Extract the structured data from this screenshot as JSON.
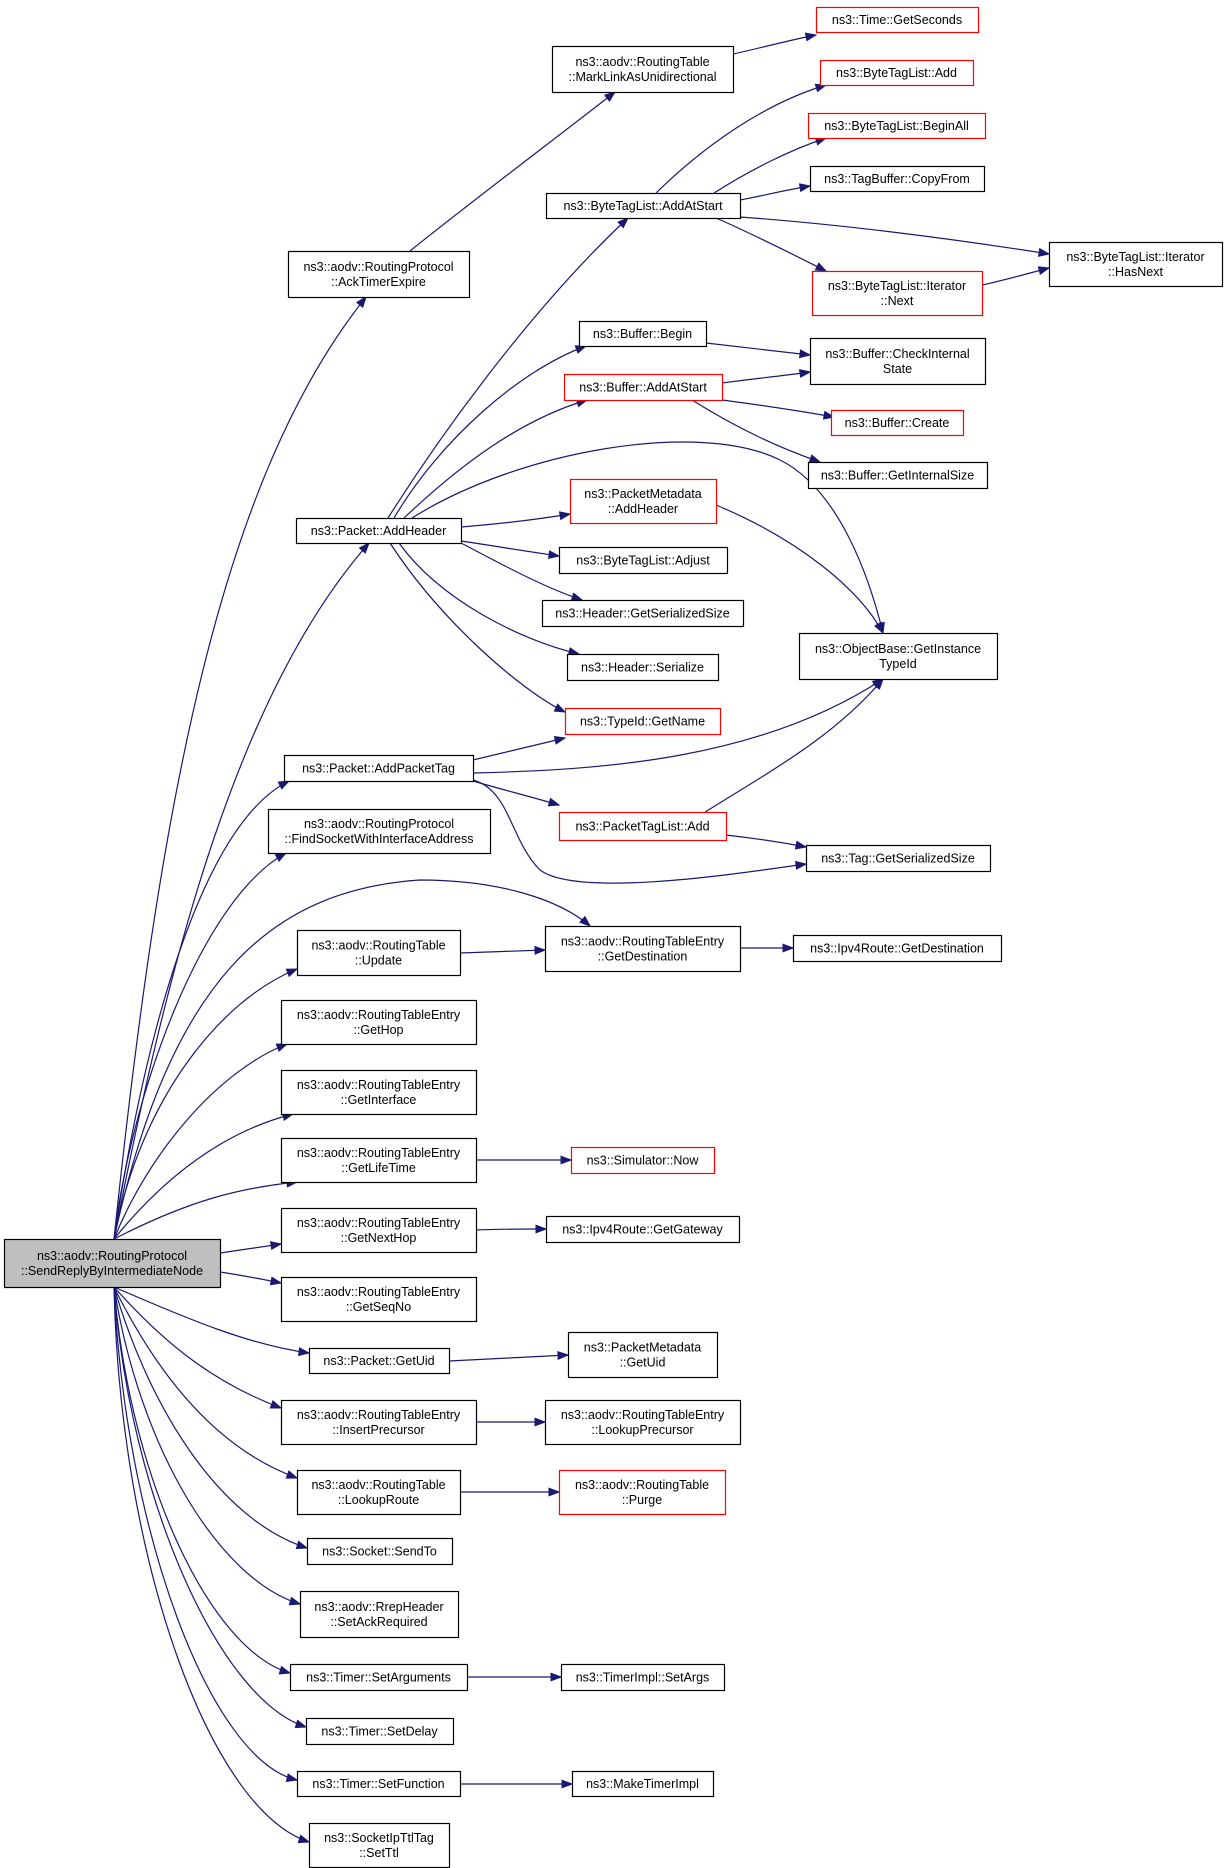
{
  "diagram": {
    "nodes": [
      {
        "id": "root",
        "lines": [
          "ns3::aodv::RoutingProtocol",
          "::SendReplyByIntermediateNode"
        ],
        "style": "root"
      },
      {
        "id": "ackTimerExpire",
        "lines": [
          "ns3::aodv::RoutingProtocol",
          "::AckTimerExpire"
        ],
        "style": "normal"
      },
      {
        "id": "markLink",
        "lines": [
          "ns3::aodv::RoutingTable",
          "::MarkLinkAsUnidirectional"
        ],
        "style": "normal"
      },
      {
        "id": "timeGetSeconds",
        "lines": [
          "ns3::Time::GetSeconds"
        ],
        "style": "red"
      },
      {
        "id": "btlAdd",
        "lines": [
          "ns3::ByteTagList::Add"
        ],
        "style": "red"
      },
      {
        "id": "btlBeginAll",
        "lines": [
          "ns3::ByteTagList::BeginAll"
        ],
        "style": "red"
      },
      {
        "id": "tagBufferCopyFrom",
        "lines": [
          "ns3::TagBuffer::CopyFrom"
        ],
        "style": "normal"
      },
      {
        "id": "btlAddAtStart",
        "lines": [
          "ns3::ByteTagList::AddAtStart"
        ],
        "style": "normal"
      },
      {
        "id": "btlIterHasNext",
        "lines": [
          "ns3::ByteTagList::Iterator",
          "::HasNext"
        ],
        "style": "normal"
      },
      {
        "id": "btlIterNext",
        "lines": [
          "ns3::ByteTagList::Iterator",
          "::Next"
        ],
        "style": "red"
      },
      {
        "id": "bufferBegin",
        "lines": [
          "ns3::Buffer::Begin"
        ],
        "style": "normal"
      },
      {
        "id": "bufferCheckInternal",
        "lines": [
          "ns3::Buffer::CheckInternal",
          "State"
        ],
        "style": "normal"
      },
      {
        "id": "bufferAddAtStart",
        "lines": [
          "ns3::Buffer::AddAtStart"
        ],
        "style": "red"
      },
      {
        "id": "bufferCreate",
        "lines": [
          "ns3::Buffer::Create"
        ],
        "style": "red"
      },
      {
        "id": "bufferGetInternalSize",
        "lines": [
          "ns3::Buffer::GetInternalSize"
        ],
        "style": "normal"
      },
      {
        "id": "packetAddHeader",
        "lines": [
          "ns3::Packet::AddHeader"
        ],
        "style": "normal"
      },
      {
        "id": "pmAddHeader",
        "lines": [
          "ns3::PacketMetadata",
          "::AddHeader"
        ],
        "style": "red"
      },
      {
        "id": "btlAdjust",
        "lines": [
          "ns3::ByteTagList::Adjust"
        ],
        "style": "normal"
      },
      {
        "id": "headerGetSerializedSize",
        "lines": [
          "ns3::Header::GetSerializedSize"
        ],
        "style": "normal"
      },
      {
        "id": "objectBaseGetInstanceTypeId",
        "lines": [
          "ns3::ObjectBase::GetInstance",
          "TypeId"
        ],
        "style": "normal"
      },
      {
        "id": "headerSerialize",
        "lines": [
          "ns3::Header::Serialize"
        ],
        "style": "normal"
      },
      {
        "id": "typeIdGetName",
        "lines": [
          "ns3::TypeId::GetName"
        ],
        "style": "red"
      },
      {
        "id": "packetAddPacketTag",
        "lines": [
          "ns3::Packet::AddPacketTag"
        ],
        "style": "normal"
      },
      {
        "id": "ptlAdd",
        "lines": [
          "ns3::PacketTagList::Add"
        ],
        "style": "red"
      },
      {
        "id": "findSocket",
        "lines": [
          "ns3::aodv::RoutingProtocol",
          "::FindSocketWithInterfaceAddress"
        ],
        "style": "normal"
      },
      {
        "id": "tagGetSerializedSize",
        "lines": [
          "ns3::Tag::GetSerializedSize"
        ],
        "style": "normal"
      },
      {
        "id": "rtUpdate",
        "lines": [
          "ns3::aodv::RoutingTable",
          "::Update"
        ],
        "style": "normal"
      },
      {
        "id": "rteGetDestination",
        "lines": [
          "ns3::aodv::RoutingTableEntry",
          "::GetDestination"
        ],
        "style": "normal"
      },
      {
        "id": "ipv4RouteGetDestination",
        "lines": [
          "ns3::Ipv4Route::GetDestination"
        ],
        "style": "normal"
      },
      {
        "id": "rteGetHop",
        "lines": [
          "ns3::aodv::RoutingTableEntry",
          "::GetHop"
        ],
        "style": "normal"
      },
      {
        "id": "rteGetInterface",
        "lines": [
          "ns3::aodv::RoutingTableEntry",
          "::GetInterface"
        ],
        "style": "normal"
      },
      {
        "id": "rteGetLifeTime",
        "lines": [
          "ns3::aodv::RoutingTableEntry",
          "::GetLifeTime"
        ],
        "style": "normal"
      },
      {
        "id": "simulatorNow",
        "lines": [
          "ns3::Simulator::Now"
        ],
        "style": "red"
      },
      {
        "id": "rteGetNextHop",
        "lines": [
          "ns3::aodv::RoutingTableEntry",
          "::GetNextHop"
        ],
        "style": "normal"
      },
      {
        "id": "ipv4RouteGetGateway",
        "lines": [
          "ns3::Ipv4Route::GetGateway"
        ],
        "style": "normal"
      },
      {
        "id": "rteGetSeqNo",
        "lines": [
          "ns3::aodv::RoutingTableEntry",
          "::GetSeqNo"
        ],
        "style": "normal"
      },
      {
        "id": "packetGetUid",
        "lines": [
          "ns3::Packet::GetUid"
        ],
        "style": "normal"
      },
      {
        "id": "pmGetUid",
        "lines": [
          "ns3::PacketMetadata",
          "::GetUid"
        ],
        "style": "normal"
      },
      {
        "id": "rteInsertPrecursor",
        "lines": [
          "ns3::aodv::RoutingTableEntry",
          "::InsertPrecursor"
        ],
        "style": "normal"
      },
      {
        "id": "rteLookupPrecursor",
        "lines": [
          "ns3::aodv::RoutingTableEntry",
          "::LookupPrecursor"
        ],
        "style": "normal"
      },
      {
        "id": "rtLookupRoute",
        "lines": [
          "ns3::aodv::RoutingTable",
          "::LookupRoute"
        ],
        "style": "normal"
      },
      {
        "id": "rtPurge",
        "lines": [
          "ns3::aodv::RoutingTable",
          "::Purge"
        ],
        "style": "red"
      },
      {
        "id": "socketSendTo",
        "lines": [
          "ns3::Socket::SendTo"
        ],
        "style": "normal"
      },
      {
        "id": "rrepSetAckRequired",
        "lines": [
          "ns3::aodv::RrepHeader",
          "::SetAckRequired"
        ],
        "style": "normal"
      },
      {
        "id": "timerSetArguments",
        "lines": [
          "ns3::Timer::SetArguments"
        ],
        "style": "normal"
      },
      {
        "id": "timerImplSetArgs",
        "lines": [
          "ns3::TimerImpl::SetArgs"
        ],
        "style": "normal"
      },
      {
        "id": "timerSetDelay",
        "lines": [
          "ns3::Timer::SetDelay"
        ],
        "style": "normal"
      },
      {
        "id": "timerSetFunction",
        "lines": [
          "ns3::Timer::SetFunction"
        ],
        "style": "normal"
      },
      {
        "id": "makeTimerImpl",
        "lines": [
          "ns3::MakeTimerImpl"
        ],
        "style": "normal"
      },
      {
        "id": "socketIpTtlTagSetTtl",
        "lines": [
          "ns3::SocketIpTtlTag",
          "::SetTtl"
        ],
        "style": "normal"
      }
    ],
    "edges": [
      {
        "from": "root",
        "to": "ackTimerExpire"
      },
      {
        "from": "ackTimerExpire",
        "to": "markLink"
      },
      {
        "from": "markLink",
        "to": "timeGetSeconds"
      },
      {
        "from": "root",
        "to": "packetAddHeader"
      },
      {
        "from": "packetAddHeader",
        "to": "btlAddAtStart"
      },
      {
        "from": "btlAddAtStart",
        "to": "btlAdd"
      },
      {
        "from": "btlAddAtStart",
        "to": "btlBeginAll"
      },
      {
        "from": "btlAddAtStart",
        "to": "tagBufferCopyFrom"
      },
      {
        "from": "btlAddAtStart",
        "to": "btlIterHasNext"
      },
      {
        "from": "btlAddAtStart",
        "to": "btlIterNext"
      },
      {
        "from": "btlIterNext",
        "to": "btlIterHasNext"
      },
      {
        "from": "packetAddHeader",
        "to": "bufferBegin"
      },
      {
        "from": "bufferBegin",
        "to": "bufferCheckInternal"
      },
      {
        "from": "packetAddHeader",
        "to": "bufferAddAtStart"
      },
      {
        "from": "bufferAddAtStart",
        "to": "bufferCheckInternal"
      },
      {
        "from": "bufferAddAtStart",
        "to": "bufferCreate"
      },
      {
        "from": "bufferAddAtStart",
        "to": "bufferGetInternalSize"
      },
      {
        "from": "packetAddHeader",
        "to": "objectBaseGetInstanceTypeId"
      },
      {
        "from": "packetAddHeader",
        "to": "pmAddHeader"
      },
      {
        "from": "pmAddHeader",
        "to": "objectBaseGetInstanceTypeId"
      },
      {
        "from": "packetAddHeader",
        "to": "btlAdjust"
      },
      {
        "from": "packetAddHeader",
        "to": "headerGetSerializedSize"
      },
      {
        "from": "packetAddHeader",
        "to": "headerSerialize"
      },
      {
        "from": "packetAddHeader",
        "to": "typeIdGetName"
      },
      {
        "from": "root",
        "to": "packetAddPacketTag"
      },
      {
        "from": "packetAddPacketTag",
        "to": "typeIdGetName"
      },
      {
        "from": "packetAddPacketTag",
        "to": "objectBaseGetInstanceTypeId"
      },
      {
        "from": "packetAddPacketTag",
        "to": "ptlAdd"
      },
      {
        "from": "packetAddPacketTag",
        "to": "tagGetSerializedSize"
      },
      {
        "from": "ptlAdd",
        "to": "objectBaseGetInstanceTypeId"
      },
      {
        "from": "ptlAdd",
        "to": "tagGetSerializedSize"
      },
      {
        "from": "root",
        "to": "findSocket"
      },
      {
        "from": "root",
        "to": "rteGetDestination"
      },
      {
        "from": "root",
        "to": "rtUpdate"
      },
      {
        "from": "rtUpdate",
        "to": "rteGetDestination"
      },
      {
        "from": "rteGetDestination",
        "to": "ipv4RouteGetDestination"
      },
      {
        "from": "root",
        "to": "rteGetHop"
      },
      {
        "from": "root",
        "to": "rteGetInterface"
      },
      {
        "from": "root",
        "to": "rteGetLifeTime"
      },
      {
        "from": "rteGetLifeTime",
        "to": "simulatorNow"
      },
      {
        "from": "root",
        "to": "rteGetNextHop"
      },
      {
        "from": "rteGetNextHop",
        "to": "ipv4RouteGetGateway"
      },
      {
        "from": "root",
        "to": "rteGetSeqNo"
      },
      {
        "from": "root",
        "to": "packetGetUid"
      },
      {
        "from": "packetGetUid",
        "to": "pmGetUid"
      },
      {
        "from": "root",
        "to": "rteInsertPrecursor"
      },
      {
        "from": "rteInsertPrecursor",
        "to": "rteLookupPrecursor"
      },
      {
        "from": "root",
        "to": "rtLookupRoute"
      },
      {
        "from": "rtLookupRoute",
        "to": "rtPurge"
      },
      {
        "from": "root",
        "to": "socketSendTo"
      },
      {
        "from": "root",
        "to": "rrepSetAckRequired"
      },
      {
        "from": "root",
        "to": "timerSetArguments"
      },
      {
        "from": "timerSetArguments",
        "to": "timerImplSetArgs"
      },
      {
        "from": "root",
        "to": "timerSetDelay"
      },
      {
        "from": "root",
        "to": "timerSetFunction"
      },
      {
        "from": "timerSetFunction",
        "to": "makeTimerImpl"
      },
      {
        "from": "root",
        "to": "socketIpTtlTagSetTtl"
      }
    ]
  }
}
